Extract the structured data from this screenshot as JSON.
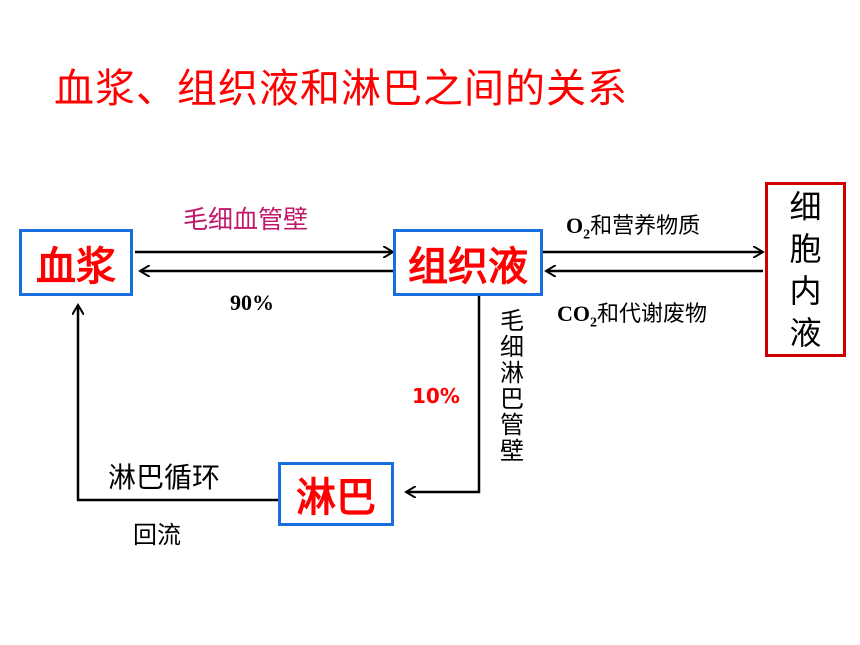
{
  "title": "血浆、组织液和淋巴之间的关系",
  "nodes": {
    "plasma": "血浆",
    "tissue_fluid": "组织液",
    "lymph": "淋巴",
    "intracellular_fluid": [
      "细",
      "胞",
      "内",
      "液"
    ]
  },
  "labels": {
    "capillary_wall": "毛细血管壁",
    "return_percent": "90%",
    "lymph_percent": "10%",
    "lymph_capillary_wall": [
      "毛",
      "细",
      "淋",
      "巴",
      "管",
      "壁"
    ],
    "lymph_circulation": "淋巴循环",
    "return_flow": "回流",
    "o2_prefix": "O",
    "o2_sub": "2",
    "o2_suffix": "和营养物质",
    "co2_prefix": "CO",
    "co2_sub": "2",
    "co2_suffix": "和代谢废物"
  },
  "colors": {
    "title": "#ff0000",
    "node_border": "#1a6fe0",
    "cell_border": "#d00000",
    "capillary_label": "#c0186a",
    "percent_10": "#ff0000"
  }
}
